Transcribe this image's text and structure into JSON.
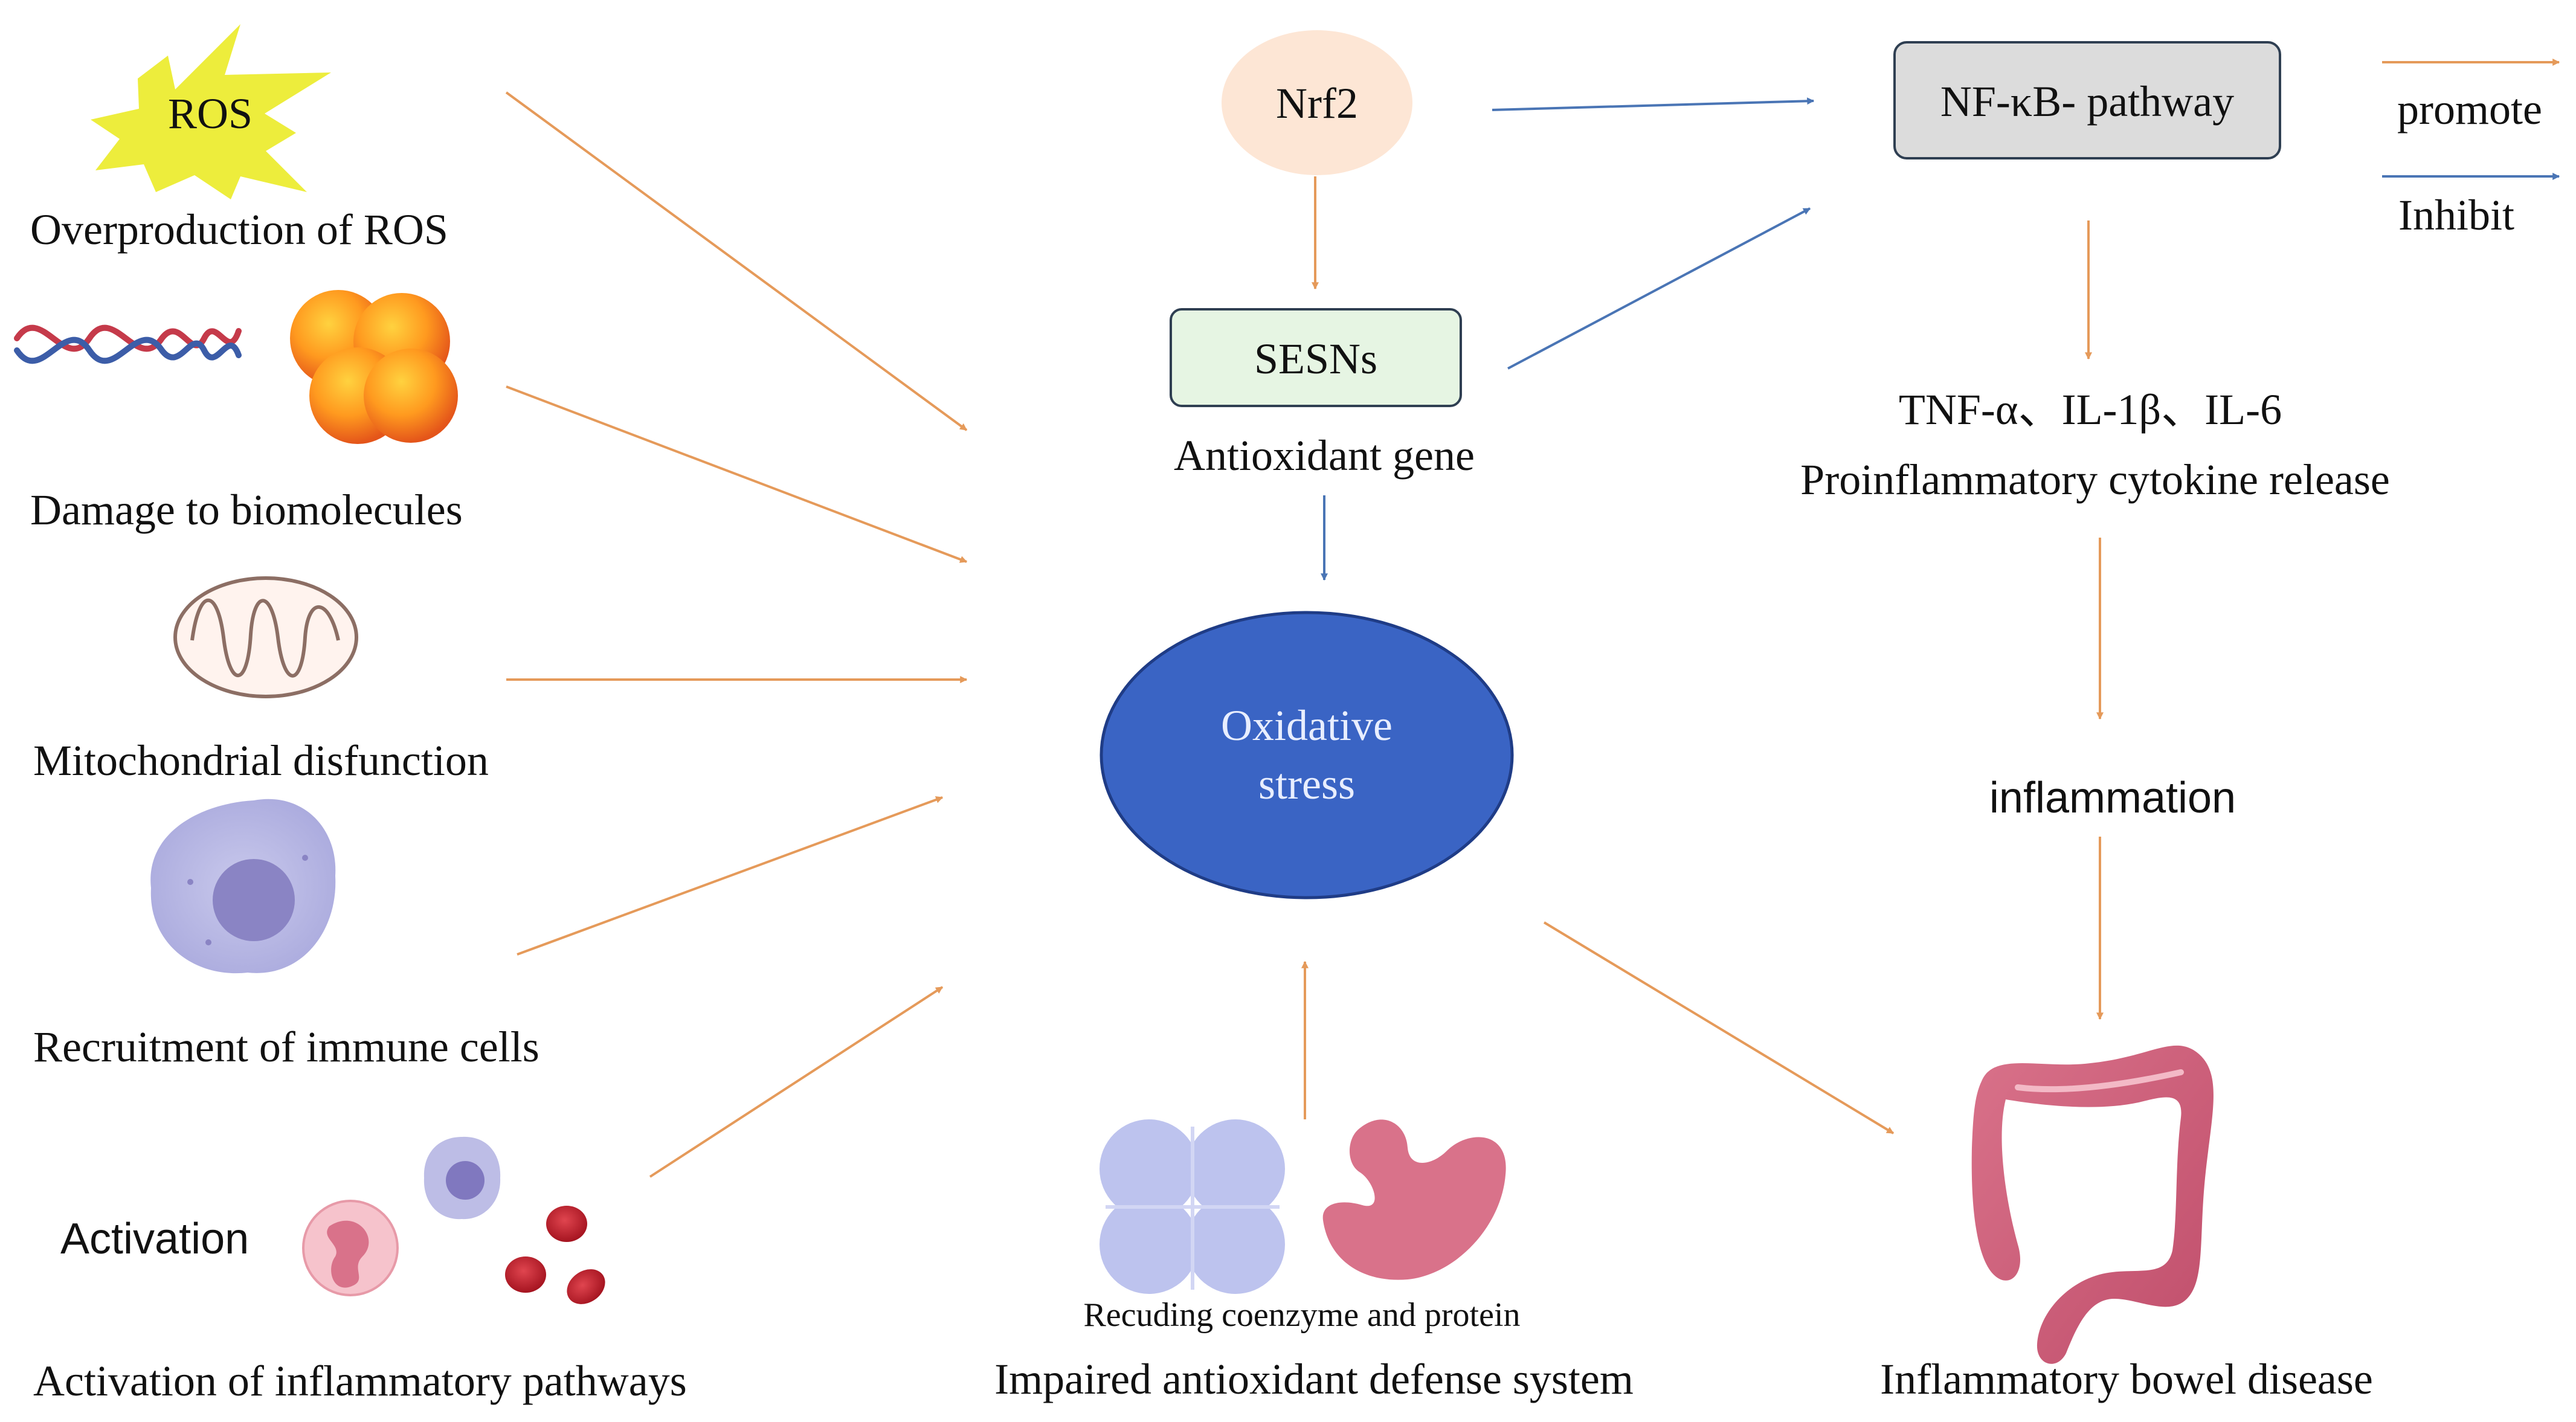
{
  "colors": {
    "promote": "#E59A5A",
    "inhibit": "#4A75B5",
    "oxidative_fill": "#3A64C4",
    "nrf2_fill": "#FDE6D5",
    "sesns_fill": "#E6F5E3",
    "nfkb_fill": "#DCDCDC",
    "ros_burst": "#EDED3C"
  },
  "legend": {
    "promote": "promote",
    "inhibit": "Inhibit"
  },
  "left": {
    "ros_badge": "ROS",
    "ros_label": "Overproduction of ROS",
    "biomolecules_label": "Damage to biomolecules",
    "mitochondria_label": "Mitochondrial disfunction",
    "immune_label": "Recruitment  of immune cells",
    "activation_badge": "Activation",
    "pathways_label": "Activation of inflammatory pathways"
  },
  "center": {
    "nrf2": "Nrf2",
    "sesns": "SESNs",
    "antioxidant_gene": "Antioxidant gene",
    "oxidative_line1": "Oxidative",
    "oxidative_line2": "stress",
    "coenzyme_label": "Recuding coenzyme and protein",
    "defense_label": "Impaired antioxidant defense system"
  },
  "right": {
    "nfkb": "NF-κB- pathway",
    "cytokines": "TNF-α、IL-1β、IL-6",
    "cytokine_release": "Proinflammatory cytokine release",
    "inflammation": "inflammation",
    "ibd": "Inflammatory bowel disease"
  },
  "icons": [
    "ros-burst-icon",
    "dna-strand-icon",
    "molecule-cluster-icon",
    "mitochondrion-icon",
    "immune-cell-icon",
    "neutrophil-icon",
    "lymphocyte-icon",
    "red-blood-cell-icon",
    "coenzyme-cluster-icon",
    "protein-icon",
    "colon-icon"
  ]
}
